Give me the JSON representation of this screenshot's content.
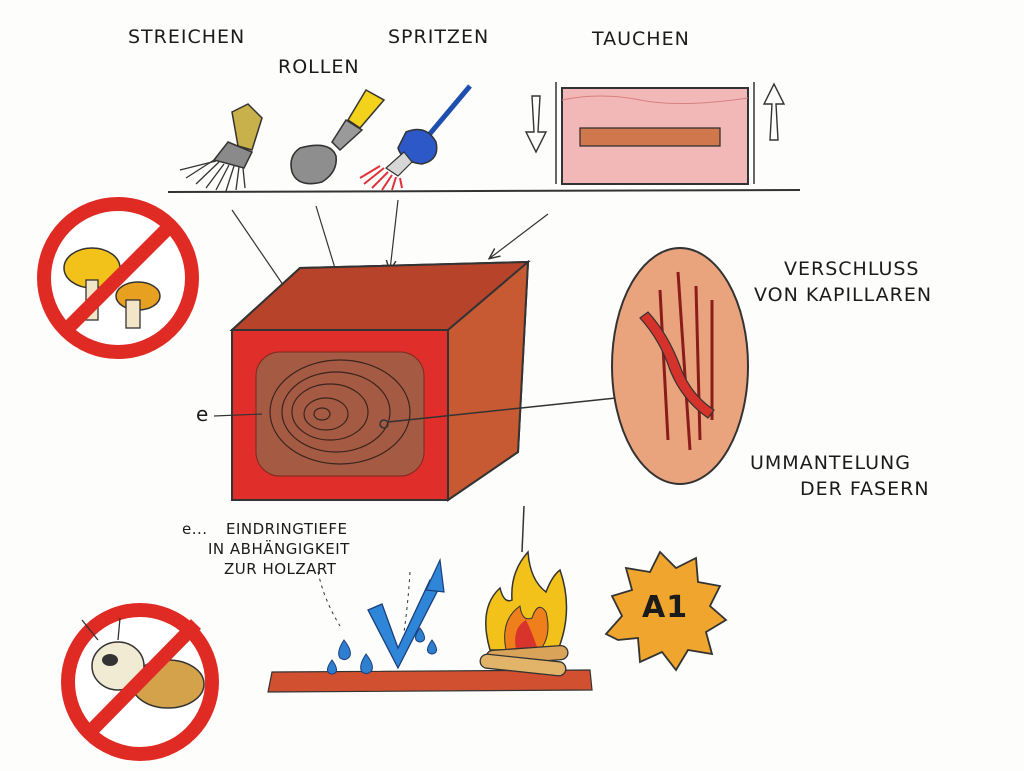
{
  "methods": {
    "streichen": "STREICHEN",
    "rollen": "ROLLEN",
    "spritzen": "SPRITZEN",
    "tauchen": "TAUCHEN"
  },
  "effects": {
    "verschluss_line1": "VERSCHLUSS",
    "verschluss_line2": "VON KAPILLAREN",
    "ummantelung_line1": "UMMANTELUNG",
    "ummantelung_line2": "DER FASERN"
  },
  "depth": {
    "marker": "e",
    "legend_marker": "e...",
    "line1": "EINDRINGTIEFE",
    "line2": "IN ABHÄNGIGKEIT",
    "line3": "ZUR HOLZART"
  },
  "badge": {
    "fire_class": "A1"
  },
  "colors": {
    "wood_red": "#d9342b",
    "wood_brown": "#b6432a",
    "prohibition_red": "#e02a24",
    "flame_yellow": "#f2c21a",
    "flame_orange": "#ef7f1a",
    "water_blue": "#2f7fd0",
    "brush_ochre": "#c8b04a"
  },
  "icons": [
    "paint-brush-icon",
    "roller-icon",
    "spray-gun-icon",
    "dip-tank-icon",
    "no-fungus-icon",
    "no-insect-icon",
    "water-drops-icon",
    "check-mark-icon",
    "campfire-icon",
    "fire-class-badge-icon"
  ]
}
